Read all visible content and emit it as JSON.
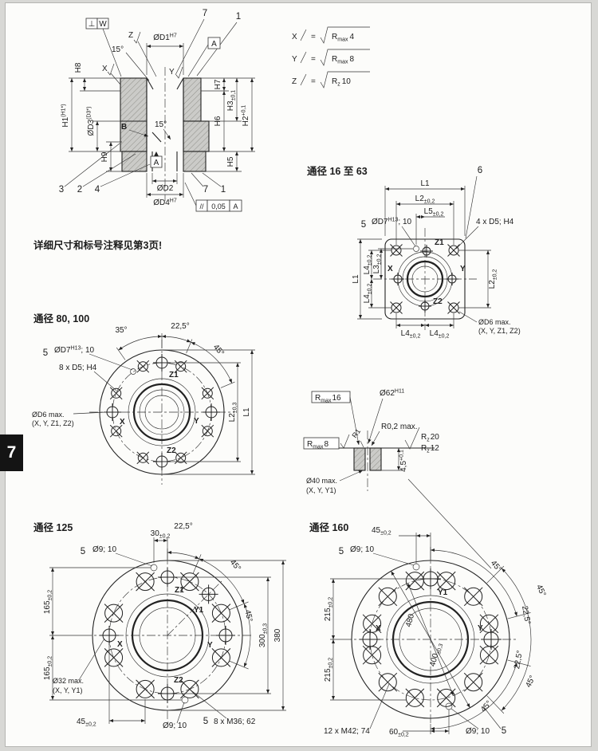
{
  "page": {
    "tab": "7",
    "note": "详细尺寸和标号注释见第3页!"
  },
  "legend": {
    "eq": "=",
    "rows": [
      {
        "mark": "X",
        "base": "R",
        "sub": "max",
        "val": "4"
      },
      {
        "mark": "Y",
        "base": "R",
        "sub": "max",
        "val": "8"
      },
      {
        "mark": "Z",
        "base": "R",
        "sub": "z",
        "val": "10"
      }
    ]
  },
  "section": {
    "datum_w_sym": "⊥",
    "datum_w": "W",
    "callout_7_top": "7",
    "callout_1_top": "1",
    "d1_main": "ØD1",
    "d1_sup": "H7",
    "datum_a_top": "A",
    "mark_z": "Z",
    "mark_x": "X",
    "mark_y": "Y",
    "angle_top": "15°",
    "angle_mid": "15°",
    "h8": "H8",
    "h7": "H7",
    "h1_main": "H1",
    "h1_sup": "(H1*)",
    "d3_main": "ØD3",
    "d3_sup": "(D3*)",
    "h9": "H9",
    "h3_main": "H3",
    "h3_sub": "±0,1",
    "h2_main": "H2",
    "h2_sup": "+0,1",
    "h6": "H6",
    "h5": "H5",
    "label_b": "B",
    "callout_3": "3",
    "callout_2": "2",
    "callout_4": "4",
    "datum_a_bottom": "A",
    "d2": "ØD2",
    "d4_main": "ØD4",
    "d4_sup": "H7",
    "callout_7_bottom": "7",
    "callout_1_bottom": "1",
    "tol_sym": "//",
    "tol_val": "0,05",
    "tol_datum": "A"
  },
  "f63": {
    "title": "通径 16 至 63",
    "callout_6": "6",
    "callout_5": "5",
    "l1_top": "L1",
    "l2_top_main": "L2",
    "l2_top_sub": "±0,2",
    "l5_main": "L5",
    "l5_sub": "±0,2",
    "d7_main": "ØD7",
    "d7_sup": "H13",
    "d7_tail": "; 10",
    "corner_holes": "4 x D5; H4",
    "port_z1": "Z1",
    "port_z2": "Z2",
    "port_x": "X",
    "port_y": "Y",
    "l1_left": "L1",
    "l4_top_main": "L4",
    "l4_top_sub": "±0,2",
    "l3_main": "L3",
    "l3_sub": "±0,2",
    "l4_bot_main": "L4",
    "l4_bot_sub": "±0,2",
    "l2_right_main": "L2",
    "l2_right_sub": "±0,2",
    "l4_bl_main": "L4",
    "l4_bl_sub": "±0,2",
    "l4_br_main": "L4",
    "l4_br_sub": "±0,2",
    "d6_line1": "ØD6 max.",
    "d6_line2": "(X, Y, Z1, Z2)"
  },
  "f80": {
    "title": "通径 80, 100",
    "angle_35": "35°",
    "angle_225": "22,5°",
    "angle_45": "45°",
    "callout_5": "5",
    "d7_main": "ØD7",
    "d7_sup": "H13",
    "d7_tail": "; 10",
    "bolt_holes": "8 x D5; H4",
    "port_z1": "Z1",
    "port_z2": "Z2",
    "port_x": "X",
    "port_y": "Y",
    "d6_line1": "ØD6 max.",
    "d6_line2": "(X, Y, Z1, Z2)",
    "l2_main": "L2",
    "l2_sub": "±0,3",
    "l1": "L1"
  },
  "detail": {
    "rmax16_base": "R",
    "rmax16_sub": "max",
    "rmax16_val": "16",
    "d62_main": "Ø62",
    "d62_sup": "H11",
    "r02": "R0,2 max.",
    "r1": "R1",
    "rmax8_base": "R",
    "rmax8_sub": "max",
    "rmax8_val": "8",
    "rz20_base": "R",
    "rz20_sub": "z",
    "rz20_val": "20",
    "rz12_base": "R",
    "rz12_sub": "z",
    "rz12_val": "12",
    "depth_main": "4,5",
    "depth_sup": "+0,1",
    "d40_line1": "Ø40 max.",
    "d40_line2": "(X, Y, Y1)"
  },
  "f125": {
    "title": "通径 125",
    "angle_225": "22,5°",
    "dim30_main": "30",
    "dim30_sub": "±0,2",
    "angle_45a": "45°",
    "angle_45b": "45°",
    "callout_5_top": "5",
    "hole_top": "Ø9; 10",
    "port_z1": "Z1",
    "port_y1": "Y1",
    "port_x": "X",
    "port_y": "Y",
    "port_z2": "Z2",
    "dim165_top_main": "165",
    "dim165_top_sub": "±0,2",
    "dim165_bot_main": "165",
    "dim165_bot_sub": "±0,2",
    "d32_line1": "Ø32 max.",
    "d32_line2": "(X, Y, Y1)",
    "dim45_main": "45",
    "dim45_sub": "±0,2",
    "hole_bot": "Ø9; 10",
    "callout_5_bot": "5",
    "bolts": "8 x M36; 62",
    "dim300_main": "300",
    "dim300_sub": "±0,3",
    "dim380": "380"
  },
  "f160": {
    "title": "通径 160",
    "dim45_main": "45",
    "dim45_sub": "±0,2",
    "callout_5_top": "5",
    "hole_top": "Ø9; 10",
    "port_y1": "Y1",
    "port_x": "X",
    "port_y": "Y",
    "dim480": "480",
    "dim400_main": "400",
    "dim400_sub": "±0,3",
    "angle_45a": "45°",
    "angle_45b": "45°",
    "angle_225a": "22,5°",
    "angle_225b": "22,5°",
    "angle_45c": "45°",
    "angle_45d": "45°",
    "dim215_top_main": "215",
    "dim215_top_sub": "±0,2",
    "dim215_bot_main": "215",
    "dim215_bot_sub": "±0,2",
    "bolts": "12 x M42; 74",
    "dim60_main": "60",
    "dim60_sub": "±0,2",
    "hole_bot": "Ø9; 10",
    "callout_5_bot": "5"
  }
}
